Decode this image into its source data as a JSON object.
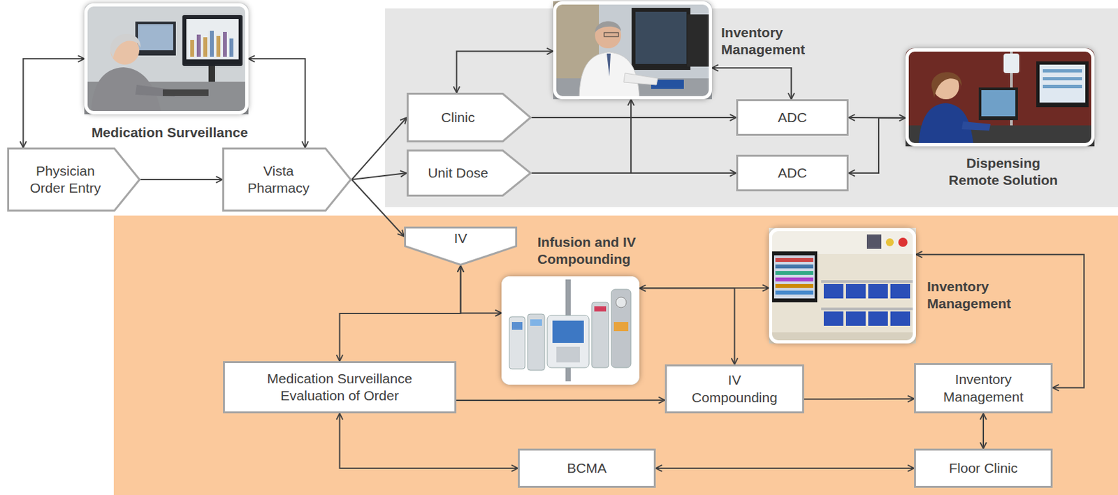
{
  "diagram": {
    "nodes": [
      {
        "text": [
          "Medication Surveillance"
        ]
      },
      {
        "text": [
          "Inventory Management"
        ]
      },
      {
        "text": [
          "Dispensing Remote Solution"
        ]
      },
      {
        "text": [
          "Physician Order Entry"
        ]
      },
      {
        "text": [
          "Vista Pharmacy"
        ]
      },
      {
        "text": [
          "Clinic"
        ]
      },
      {
        "text": [
          "Unit Dose"
        ]
      },
      {
        "text": [
          "ADC"
        ]
      },
      {
        "text": [
          "ADC"
        ]
      },
      {
        "text": [
          "IV"
        ]
      },
      {
        "text": [
          "Infusion and IV Compounding"
        ]
      },
      {
        "text": [
          "Inventory Management"
        ]
      },
      {
        "text": [
          "Medication Surveillance Evaluation of Order"
        ]
      },
      {
        "text": [
          "IV Compounding"
        ]
      },
      {
        "text": [
          "Inventory Management"
        ]
      },
      {
        "text": [
          "BCMA"
        ]
      },
      {
        "text": [
          "Floor Clinic"
        ]
      }
    ],
    "edges": [
      {
        "from": 3,
        "to": 0,
        "arrow": "both"
      },
      {
        "from": 0,
        "to": 4,
        "arrow": "both"
      },
      {
        "from": 3,
        "to": 4,
        "arrow": "to"
      },
      {
        "from": 4,
        "to": 5,
        "arrow": "to"
      },
      {
        "from": 4,
        "to": 6,
        "arrow": "to"
      },
      {
        "from": 4,
        "to": 9,
        "arrow": "to"
      },
      {
        "from": 5,
        "to": 1,
        "arrow": "both"
      },
      {
        "from": 5,
        "to": 7,
        "arrow": "to"
      },
      {
        "from": 6,
        "to": 8,
        "arrow": "to"
      },
      {
        "from": 6,
        "to": 1,
        "arrow": "to"
      },
      {
        "from": 1,
        "to": 7,
        "arrow": "both"
      },
      {
        "from": 7,
        "to": 2,
        "arrow": "both"
      },
      {
        "from": 2,
        "to": 8,
        "arrow": "to"
      },
      {
        "from": 9,
        "to": 12,
        "arrow": "both"
      },
      {
        "from": 9,
        "to": 10,
        "arrow": "both"
      },
      {
        "from": 10,
        "to": 11,
        "arrow": "both"
      },
      {
        "from": 10,
        "to": 13,
        "arrow": "to"
      },
      {
        "from": 12,
        "to": 13,
        "arrow": "to"
      },
      {
        "from": 13,
        "to": 14,
        "arrow": "to"
      },
      {
        "from": 11,
        "to": 14,
        "arrow": "both"
      },
      {
        "from": 14,
        "to": 16,
        "arrow": "both"
      },
      {
        "from": 12,
        "to": 15,
        "arrow": "both"
      },
      {
        "from": 15,
        "to": 16,
        "arrow": "both"
      }
    ]
  }
}
